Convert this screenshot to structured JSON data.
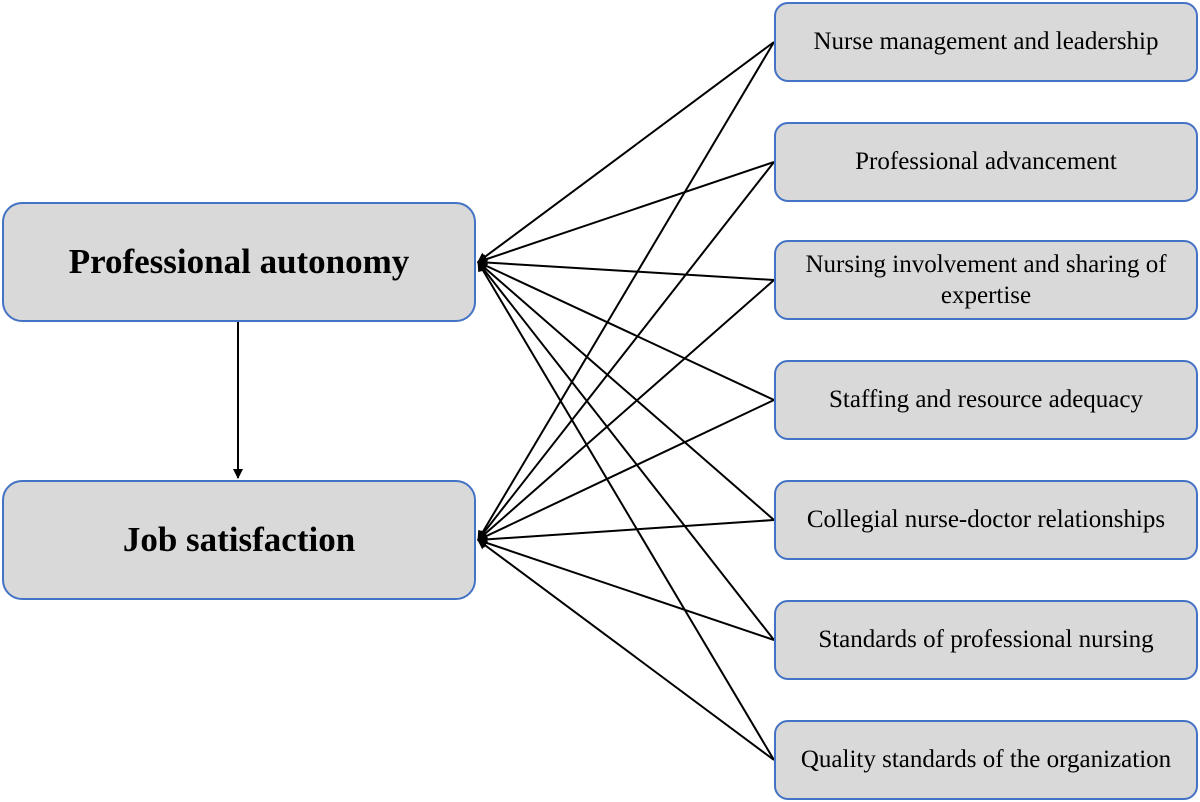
{
  "nodes": {
    "professional_autonomy": "Professional autonomy",
    "job_satisfaction": "Job satisfaction"
  },
  "factors": [
    {
      "label": "Nurse management and leadership"
    },
    {
      "label": "Professional advancement"
    },
    {
      "label": "Nursing involvement and sharing of expertise"
    },
    {
      "label": "Staffing and resource adequacy"
    },
    {
      "label": "Collegial nurse-doctor relationships"
    },
    {
      "label": "Standards of professional nursing"
    },
    {
      "label": "Quality standards of the organization"
    }
  ],
  "colors": {
    "box_fill": "#d9d9d9",
    "box_border": "#4472c4",
    "line": "#000000"
  }
}
